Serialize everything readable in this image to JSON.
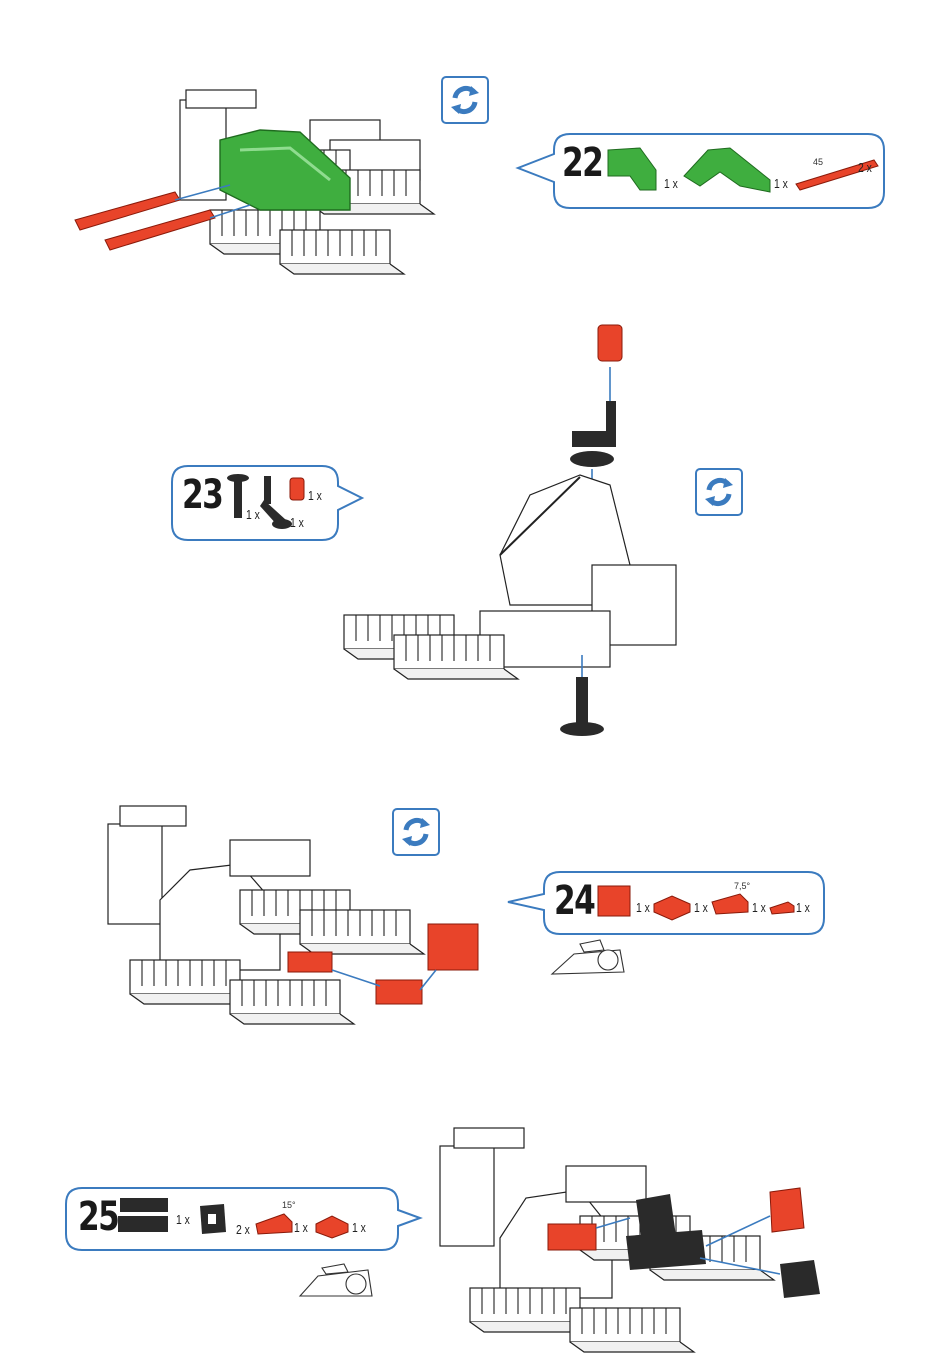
{
  "steps": [
    {
      "number": "22",
      "parts": [
        {
          "qty": "1 x"
        },
        {
          "qty": "1 x"
        },
        {
          "qty": "2 x",
          "note": "45"
        }
      ]
    },
    {
      "number": "23",
      "parts": [
        {
          "qty": "1 x"
        },
        {
          "qty": "1 x"
        },
        {
          "qty": "1 x"
        }
      ]
    },
    {
      "number": "24",
      "parts": [
        {
          "qty": "1 x"
        },
        {
          "qty": "1 x"
        },
        {
          "qty": "1 x",
          "note": "7,5°"
        },
        {
          "qty": "1 x"
        }
      ]
    },
    {
      "number": "25",
      "parts": [
        {
          "qty": "1 x"
        },
        {
          "qty": "2 x"
        },
        {
          "qty": "1 x",
          "note": "15°"
        },
        {
          "qty": "1 x"
        }
      ]
    }
  ],
  "icons": {
    "rotate": "rotate-model-icon",
    "puzzle": "puzzle-hint-icon"
  },
  "colors": {
    "frame": "#3b7bbf",
    "red": "#e8442a",
    "green": "#3fae3f",
    "black": "#2a2a2a",
    "rotate_fill": "#c9dcf0"
  }
}
